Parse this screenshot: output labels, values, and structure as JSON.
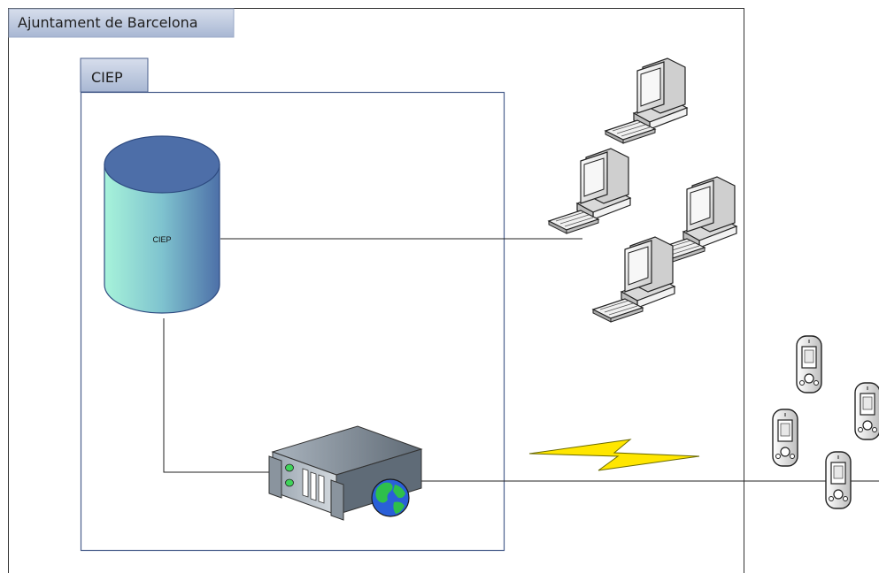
{
  "outer_container": {
    "label": "Ajuntament de Barcelona"
  },
  "inner_container": {
    "label": "CIEP"
  },
  "database": {
    "label": "CIEP"
  },
  "colors": {
    "tab_fill": "#bcc8df",
    "inner_border": "#4a5f8c",
    "db_top": "#4c6ca8",
    "db_body_light": "#a5f0d8",
    "db_body_dark": "#4f74aa",
    "bolt_fill": "#ffe600",
    "server_body": "#7e8a96",
    "globe_ocean": "#2a5fd8",
    "globe_land": "#2ebf4b"
  },
  "icons": {
    "desktops": [
      "desktop-computer-icon",
      "desktop-computer-icon",
      "desktop-computer-icon",
      "desktop-computer-icon"
    ],
    "pdas": [
      "pda-icon",
      "pda-icon",
      "pda-icon",
      "pda-icon"
    ],
    "server": "web-server-icon",
    "wireless": "lightning-bolt-icon"
  }
}
